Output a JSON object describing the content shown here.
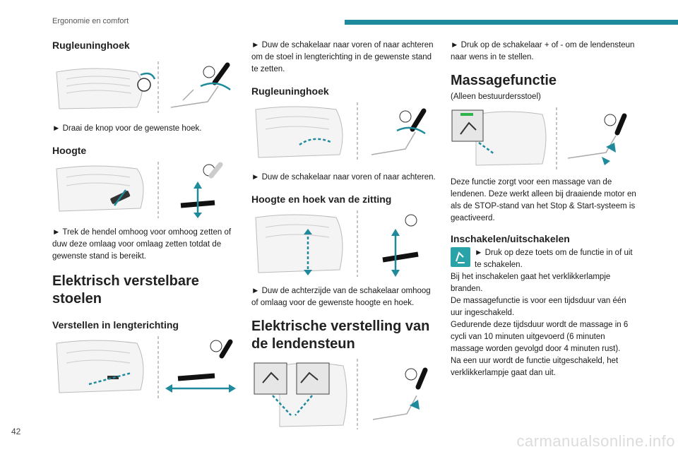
{
  "header": {
    "section_title": "Ergonomie en comfort"
  },
  "page_number": "42",
  "watermark": "carmanualsonline.info",
  "col1": {
    "h_rugleuning": "Rugleuninghoek",
    "p_rugleuning": "► Draai de knop voor de gewenste hoek.",
    "h_hoogte": "Hoogte",
    "p_hoogte": "► Trek de hendel omhoog voor omhoog zetten of duw deze omlaag voor omlaag zetten totdat de gewenste stand is bereikt.",
    "h_elektrisch": "Elektrisch verstelbare stoelen",
    "h_lengte": "Verstellen in lengterichting"
  },
  "col2": {
    "p_lengte": "► Duw de schakelaar naar voren of naar achteren om de stoel in lengterichting in de gewenste stand te zetten.",
    "h_rugleuning": "Rugleuninghoek",
    "p_rugleuning": "► Duw de schakelaar naar voren of naar achteren.",
    "h_zitting": "Hoogte en hoek van de zitting",
    "p_zitting": "► Duw de achterzijde van de schakelaar omhoog of omlaag voor de gewenste hoogte en hoek.",
    "h_lendensteun": "Elektrische verstelling van de lendensteun"
  },
  "col3": {
    "p_lendensteun": "► Druk op de schakelaar + of - om de lendensteun naar wens in te stellen.",
    "h_massage": "Massagefunctie",
    "p_bestuurder": "(Alleen bestuurdersstoel)",
    "p_massage": "Deze functie zorgt voor een massage van de lendenen. Deze werkt alleen bij draaiende motor en als de STOP-stand van het Stop & Start-systeem is geactiveerd.",
    "h_inschakelen": "Inschakelen/uitschakelen",
    "p_druk": "► Druk op deze toets om de functie in of uit te schakelen.",
    "p_lampje": "Bij het inschakelen gaat het verklikkerlampje branden.",
    "p_duur": "De massagefunctie is voor een tijdsduur van één uur ingeschakeld.",
    "p_cycli": "Gedurende deze tijdsduur wordt de massage in 6 cycli van 10 minuten uitgevoerd (6 minuten massage worden gevolgd door 4 minuten rust).",
    "p_uit": "Na een uur wordt de functie uitgeschakeld, het verklikkerlampje gaat dan uit."
  },
  "colors": {
    "accent": "#1f8a9c",
    "icon_bg": "#2aa3a8",
    "arrow": "#1f8a9c"
  }
}
